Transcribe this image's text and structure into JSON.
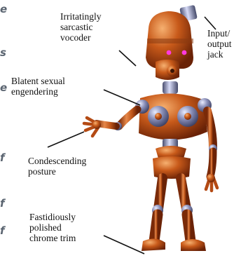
{
  "labels": {
    "vocoder": "Irritatingly\nsarcastic\nvocoder",
    "jack": "Input/\noutput\njack",
    "sexual": "Blatent sexual\nengendering",
    "posture": "Condescending\nposture",
    "chrome": "Fastidiously\npolished\nchrome trim"
  },
  "edge_fragments": [
    "e",
    "s",
    "e",
    "f",
    "f",
    "f"
  ],
  "colors": {
    "bronze": "#c85a1a",
    "bronze_dark": "#7a2a08",
    "bronze_light": "#f0a060",
    "chrome": "#8a8fb8",
    "eye": "#ff3adf",
    "text": "#111111"
  }
}
